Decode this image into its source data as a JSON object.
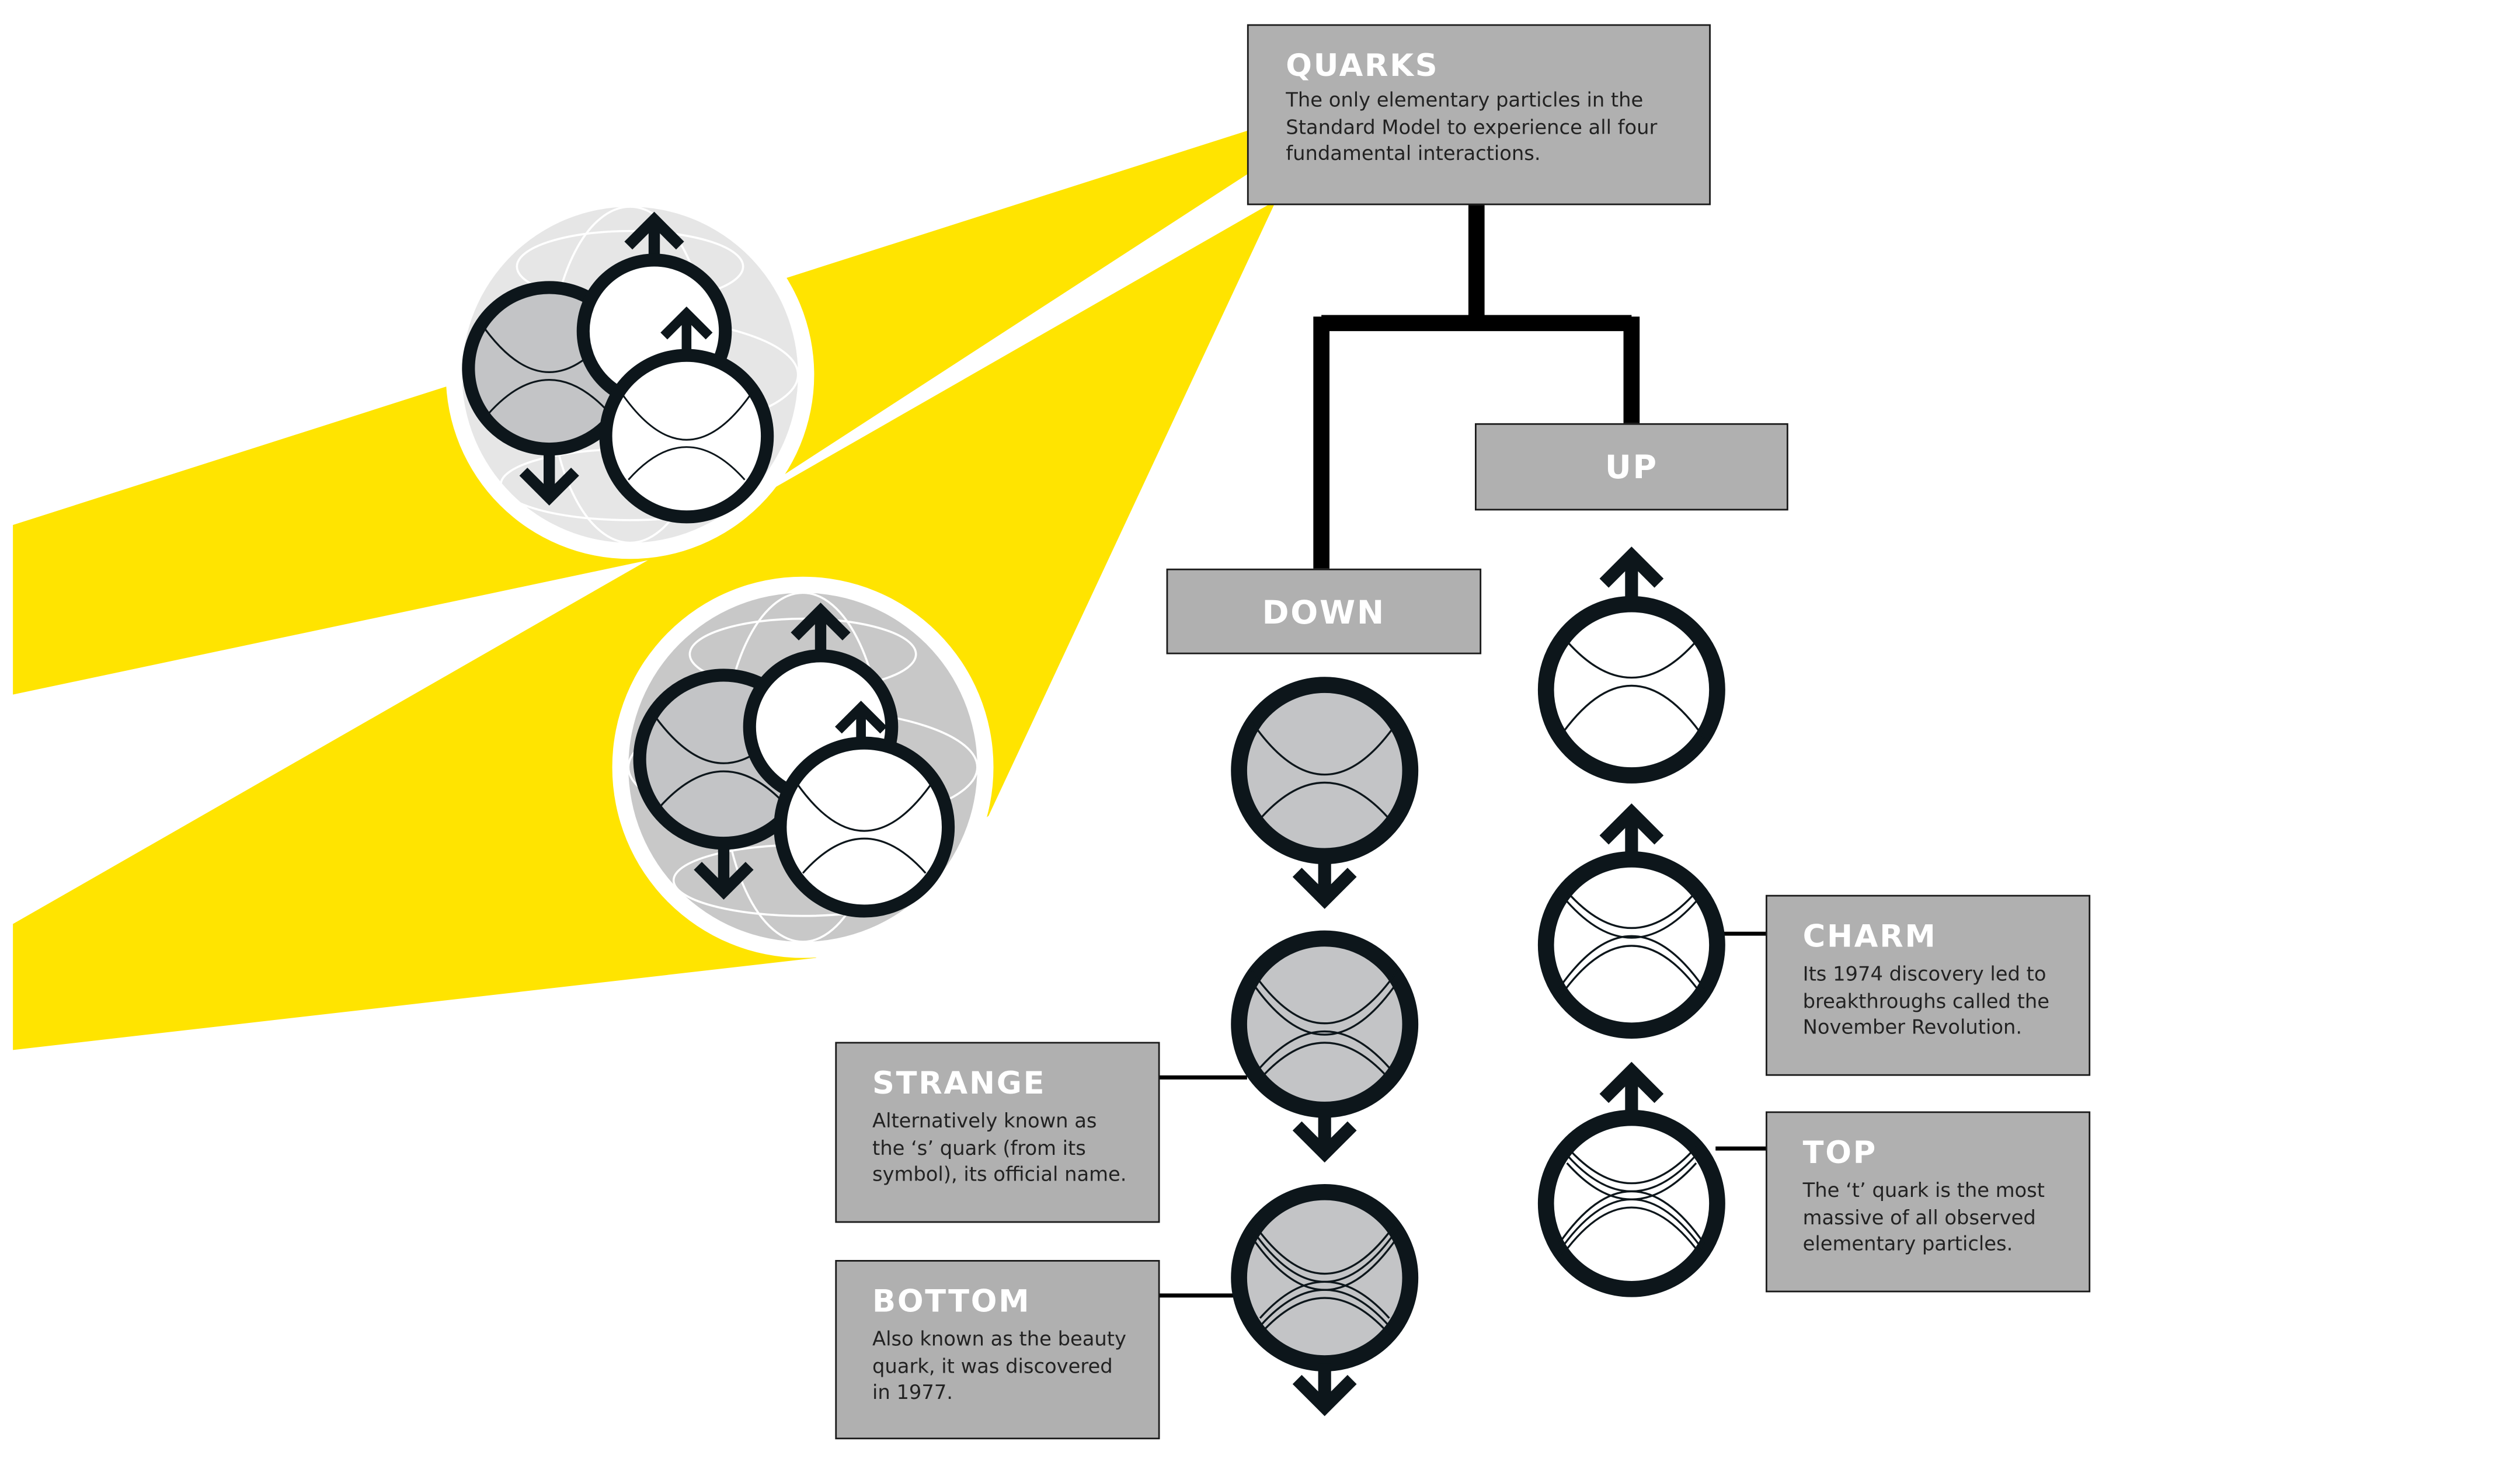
{
  "colors": {
    "yellow": "#ffe400",
    "box": "#b0b0b0",
    "ink": "#0d161b",
    "down_fill": "#c3c4c6",
    "proton1_fill": "#e6e6e6",
    "proton2_fill": "#c8c8c8"
  },
  "quarks": {
    "title": "QUARKS",
    "desc": "The only elementary particles in the\nStandard Model to experience all four\nfundamental interactions."
  },
  "up": {
    "label": "UP"
  },
  "down": {
    "label": "DOWN"
  },
  "strange": {
    "title": "STRANGE",
    "desc": "Alternatively known as\nthe ‘s’ quark (from its\nsymbol), its official name."
  },
  "bottom": {
    "title": "BOTTOM",
    "desc": "Also known as the beauty\nquark, it was discovered\nin 1977."
  },
  "charm": {
    "title": "CHARM",
    "desc": "Its 1974 discovery led to\nbreakthroughs called the\nNovember Revolution."
  },
  "top": {
    "title": "TOP",
    "desc": "The ‘t’ quark is the most\nmassive of all observed\nelementary particles."
  }
}
